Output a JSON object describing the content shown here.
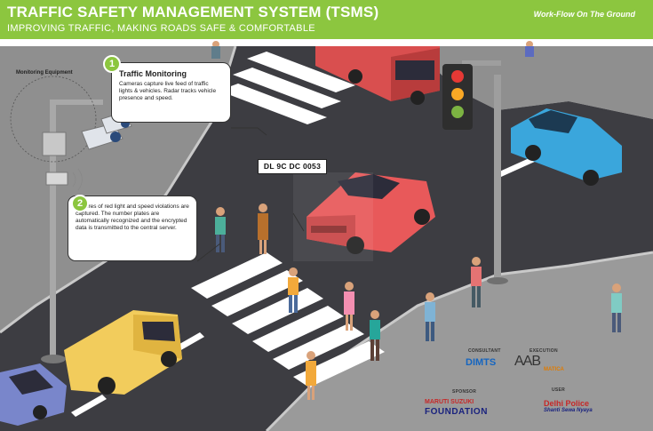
{
  "banner": {
    "title": "TRAFFIC SAFETY MANAGEMENT SYSTEM (TSMS)",
    "subtitle": "IMPROVING TRAFFIC, MAKING ROADS SAFE & COMFORTABLE",
    "tagline": "Work-Flow On The Ground",
    "color": "#8cc63f"
  },
  "equipment_label": "Monitoring Equipment",
  "steps": [
    {
      "number": "1",
      "heading": "Traffic Monitoring",
      "text": "Cameras capture live feed of traffic lights & vehicles. Radar tracks vehicle presence and speed."
    },
    {
      "number": "2",
      "text": "Pictures of red light and speed violations are captured. The number plates are automatically recognized and the encrypted data is transmitted to the central server."
    }
  ],
  "number_plate": "DL 9C DC 0053",
  "credits": {
    "consultant_label": "CONSULTANT",
    "consultant_logo": "DIMTS",
    "execution_label": "EXECUTION",
    "execution_logo": "AAB",
    "execution_logo_sub": "MATICA",
    "sponsor_label": "SPONSOR",
    "sponsor_logo_top": "MARUTI SUZUKI",
    "sponsor_logo_bottom": "FOUNDATION",
    "user_label": "USER",
    "user_logo": "Delhi Police",
    "user_motto": "Shanti Sewa Nyaya"
  },
  "colors": {
    "road": "#3d3d42",
    "sidewalk": "#9a9a9a",
    "background": "#ffffff",
    "truck": "#e8595a",
    "car_blue": "#3aa6dc",
    "van": "#f2cc5c",
    "bus": "#d94f4f",
    "light_red": "#e53935",
    "light_yellow": "#f9a825",
    "light_green": "#7cb342"
  }
}
